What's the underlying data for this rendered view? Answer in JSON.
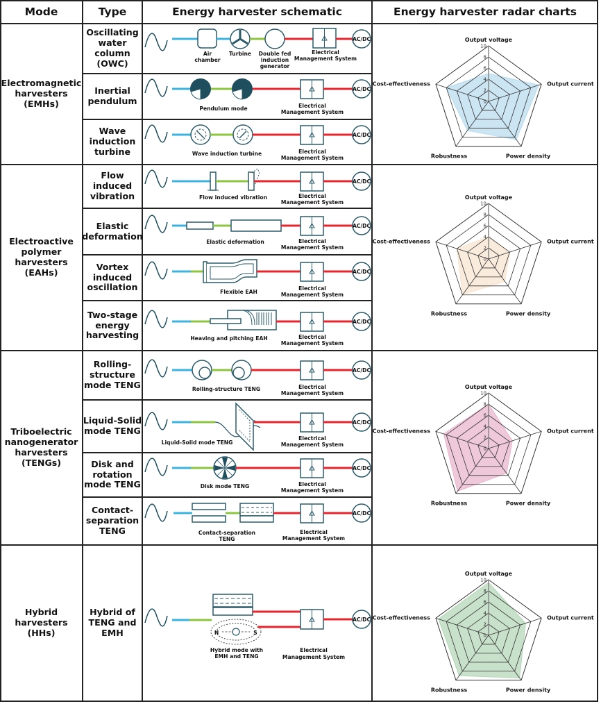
{
  "header": {
    "mode": "Mode",
    "type": "Type",
    "schematic": "Energy harvester schematic",
    "radar": "Energy harvester radar charts"
  },
  "colors": {
    "wave": "#1f4e5f",
    "blue_line": "#3bb3e0",
    "green_line": "#8cc63f",
    "red_line": "#e8242c",
    "component_stroke": "#2a5a6a",
    "emh_fill": "#b9dcef",
    "eah_fill": "#f8e6d2",
    "teng_fill": "#e9b6cd",
    "hh_fill": "#b6d7b8"
  },
  "modes": [
    {
      "label": "Electromagnetic\nharvesters\n(EMHs)"
    },
    {
      "label": "Electroactive\npolymer\nharvesters\n(EAHs)"
    },
    {
      "label": "Triboelectric\nnanogenerator\nharvesters\n(TENGs)"
    },
    {
      "label": "Hybrid\nharvesters\n(HHs)"
    }
  ],
  "types": [
    {
      "label": "Oscillating\nwater\ncolumn\n(OWC)"
    },
    {
      "label": "Inertial\npendulum"
    },
    {
      "label": "Wave\ninduction\nturbine"
    },
    {
      "label": "Flow\ninduced\nvibration"
    },
    {
      "label": "Elastic\ndeformation"
    },
    {
      "label": "Vortex\ninduced\noscillation"
    },
    {
      "label": "Two-stage\nenergy\nharvesting"
    },
    {
      "label": "Rolling-\nstructure\nmode TENG"
    },
    {
      "label": "Liquid-Solid\nmode TENG"
    },
    {
      "label": "Disk and\nrotation\nmode TENG"
    },
    {
      "label": "Contact-\nseparation\nTENG"
    },
    {
      "label": "Hybrid of\nTENG and\nEMH"
    }
  ],
  "schematic_labels": {
    "ems_line1": "Electrical",
    "ems_line2": "Management System",
    "acdc": "AC/DC",
    "air_chamber_1": "Air",
    "air_chamber_2": "chamber",
    "turbine": "Turbine",
    "dfig_1": "Double fed",
    "dfig_2": "induction",
    "dfig_3": "generator",
    "pendulum": "Pendulum mode",
    "wave_turbine": "Wave induction turbine",
    "flow_vibration": "Flow induced vibration",
    "elastic": "Elastic deformation",
    "flexible": "Flexible EAH",
    "heaving": "Heaving and pitching EAH",
    "rolling": "Rolling-structure TENG",
    "liquid": "Liquid-Solid mode TENG",
    "disk": "Disk mode TENG",
    "contact_1": "Contact-separation",
    "contact_2": "TENG",
    "hybrid_1": "Hybrid mode with",
    "hybrid_2": "EMH and TENG",
    "north": "N",
    "south": "S"
  },
  "chart_data": [
    {
      "type": "radar",
      "title": "Electromagnetic harvesters (EMHs)",
      "axes": [
        "Output voltage",
        "Output current",
        "Power density",
        "Robustness",
        "Cost-effectiveness"
      ],
      "range": [
        0,
        10
      ],
      "ticks": [
        "0",
        "2",
        "4",
        "6",
        "8",
        "10"
      ],
      "values": [
        5,
        9.5,
        8.5,
        6.5,
        8
      ],
      "fill": "#b9dcef"
    },
    {
      "type": "radar",
      "title": "Electroactive polymer harvesters (EAHs)",
      "axes": [
        "Output voltage",
        "Output current",
        "Power density",
        "Robustness",
        "Cost-effectiveness"
      ],
      "range": [
        0,
        10
      ],
      "ticks": [
        "0",
        "2",
        "4",
        "6",
        "8",
        "10"
      ],
      "values": [
        4,
        4,
        5,
        8,
        6
      ],
      "fill": "#f8e6d2"
    },
    {
      "type": "radar",
      "title": "Triboelectric nanogenerator harvesters (TENGs)",
      "axes": [
        "Output voltage",
        "Output current",
        "Power density",
        "Robustness",
        "Cost-effectiveness"
      ],
      "range": [
        0,
        10
      ],
      "ticks": [
        "0",
        "2",
        "4",
        "6",
        "8",
        "10"
      ],
      "values": [
        8,
        4.5,
        5.5,
        9.5,
        8.5
      ],
      "fill": "#e9b6cd"
    },
    {
      "type": "radar",
      "title": "Hybrid harvesters (HHs)",
      "axes": [
        "Output voltage",
        "Output current",
        "Power density",
        "Robustness",
        "Cost-effectiveness"
      ],
      "range": [
        0,
        10
      ],
      "ticks": [
        "0",
        "2",
        "4",
        "6",
        "8",
        "10"
      ],
      "values": [
        9.5,
        7,
        9.5,
        9,
        9.5
      ],
      "fill": "#b6d7b8"
    }
  ]
}
